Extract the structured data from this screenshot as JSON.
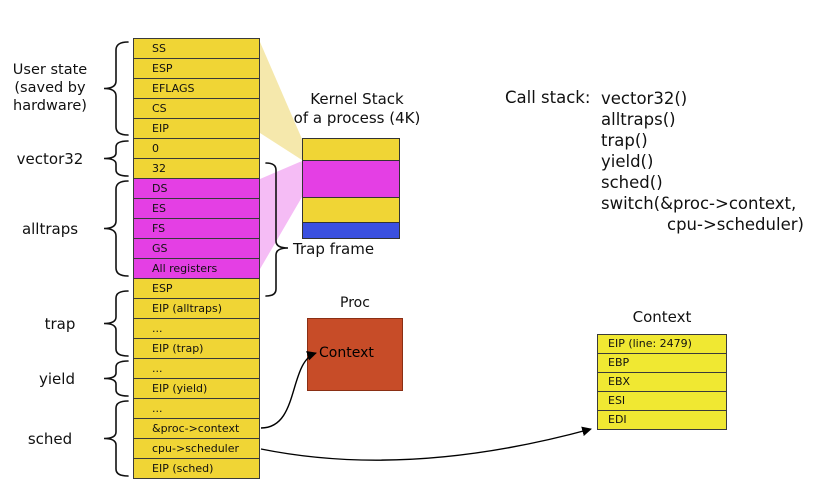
{
  "labels": {
    "user_state": "User state\n(saved by\nhardware)",
    "vector32": "vector32",
    "alltraps": "alltraps",
    "trap": "trap",
    "yield": "yield",
    "sched": "sched",
    "trap_frame": "Trap frame",
    "kernel_stack_title": "Kernel Stack\nof a process (4K)",
    "call_stack_heading": "Call stack:",
    "proc_title": "Proc",
    "proc_context": "Context",
    "context_title": "Context"
  },
  "stack": {
    "rows": [
      "SS",
      "ESP",
      "EFLAGS",
      "CS",
      "EIP",
      "0",
      "32",
      "DS",
      "ES",
      "FS",
      "GS",
      "All registers",
      "ESP",
      "EIP (alltraps)",
      "...",
      "EIP (trap)",
      "...",
      "EIP (yield)",
      "...",
      "&proc->context",
      "cpu->scheduler",
      "EIP (sched)"
    ]
  },
  "call_stack": {
    "lines": [
      "vector32()",
      "alltraps()",
      "trap()",
      "yield()",
      "sched()",
      "switch(&proc->context,",
      "cpu->scheduler)"
    ]
  },
  "context_table": {
    "rows": [
      "EIP (line: 2479)",
      "EBP",
      "EBX",
      "ESI",
      "EDI"
    ]
  },
  "colors": {
    "stack_yellow": "#f0d535",
    "magenta": "#e43fe4",
    "blue": "#3b50e0",
    "proc_orange": "#c74c28",
    "context_yellow": "#f0e832",
    "beam_yellow": "rgba(232,205,70,0.45)",
    "beam_magenta": "rgba(225,63,225,0.35)"
  }
}
